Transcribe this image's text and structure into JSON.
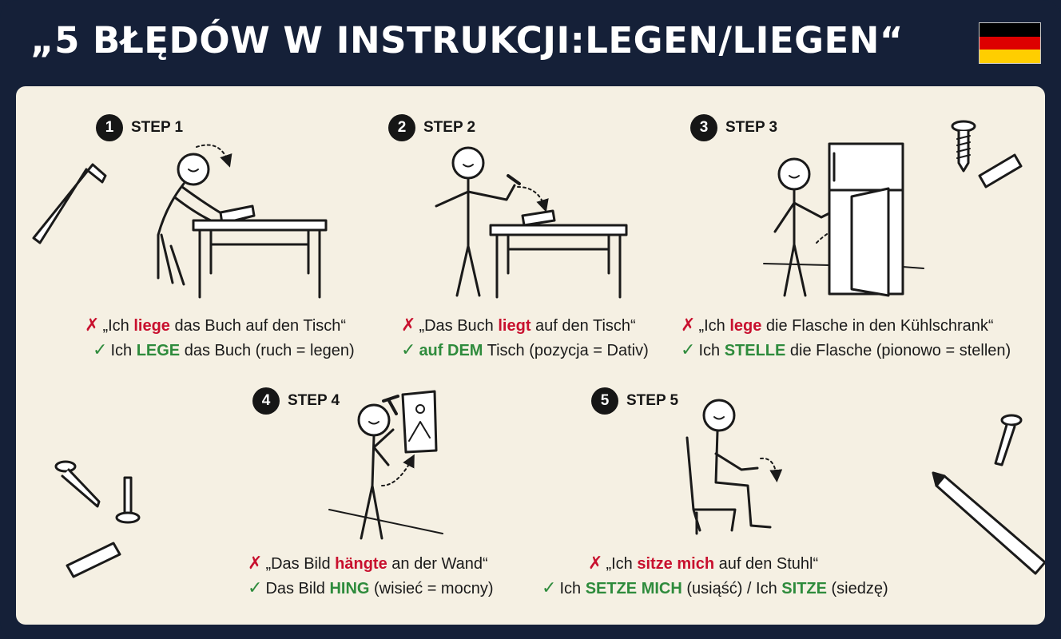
{
  "header": {
    "title": "„5 BŁĘDÓW W INSTRUKCJI:LEGEN/LIEGEN“",
    "flag_colors": [
      "#000000",
      "#dd0000",
      "#ffce00"
    ]
  },
  "colors": {
    "background": "#152038",
    "panel": "#f5f0e3",
    "wrong": "#c8102e",
    "correct": "#2e8b3c"
  },
  "icons": {
    "wrong": "cross-mark-icon",
    "correct": "check-mark-icon"
  },
  "steps": [
    {
      "number": "1",
      "label": "STEP 1",
      "wrong": {
        "pre": "„Ich ",
        "hl": "liege",
        "post": " das Buch auf den Tisch“"
      },
      "right": {
        "pre": "Ich ",
        "hl": "LEGE",
        "post": " das Buch (ruch = legen)"
      }
    },
    {
      "number": "2",
      "label": "STEP 2",
      "wrong": {
        "pre": "„Das Buch ",
        "hl": "liegt",
        "post": " auf den Tisch“"
      },
      "right": {
        "pre": "",
        "hl": "auf DEM",
        "post": " Tisch (pozycja = Dativ)"
      }
    },
    {
      "number": "3",
      "label": "STEP 3",
      "wrong": {
        "pre": "„Ich ",
        "hl": "lege",
        "post": " die Flasche in den Kühlschrank“"
      },
      "right": {
        "pre": "Ich ",
        "hl": "STELLE",
        "post": " die Flasche (pionowo = stellen)"
      }
    },
    {
      "number": "4",
      "label": "STEP 4",
      "wrong": {
        "pre": "„Das Bild ",
        "hl": "hängte",
        "post": " an der Wand“"
      },
      "right": {
        "pre": "Das Bild ",
        "hl": "HING",
        "post": " (wisieć = mocny)"
      }
    },
    {
      "number": "5",
      "label": "STEP 5",
      "wrong": {
        "pre": "„Ich ",
        "hl": "sitze mich",
        "post": " auf den Stuhl“"
      },
      "right": {
        "pre": "Ich ",
        "hl": "SETZE MICH",
        "post": " (usiąść) / Ich ",
        "hl2": "SITZE",
        "post2": " (siedzę)"
      }
    }
  ]
}
